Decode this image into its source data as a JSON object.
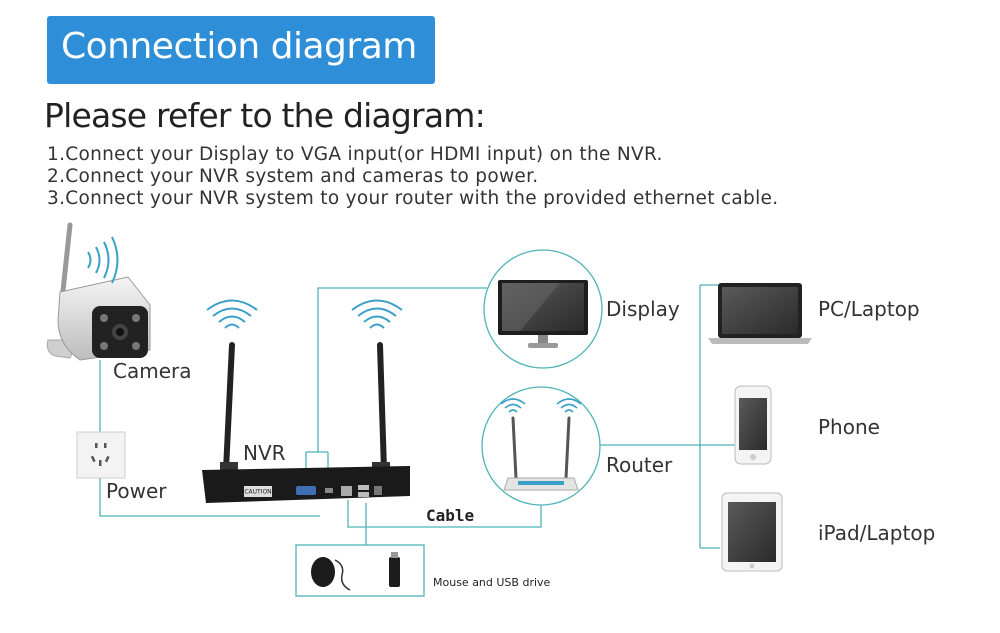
{
  "banner": {
    "title": "Connection diagram"
  },
  "subtitle": "Please refer to the diagram:",
  "steps": [
    "1.Connect your Display to VGA input(or HDMI input) on the NVR.",
    "2.Connect your NVR system and cameras to power.",
    "3.Connect your NVR system to your router with the provided ethernet cable."
  ],
  "labels": {
    "camera": "Camera",
    "power": "Power",
    "nvr": "NVR",
    "display": "Display",
    "router": "Router",
    "pc_laptop": "PC/Laptop",
    "phone": "Phone",
    "ipad_laptop": "iPad/Laptop",
    "cable": "Cable",
    "mouse_usb": "Mouse and USB drive"
  },
  "nvr_sticker": "CAUTION",
  "colors": {
    "banner": "#2e8fd8",
    "wire": "#4fb3b7",
    "wifi": "#3aa0c8"
  }
}
